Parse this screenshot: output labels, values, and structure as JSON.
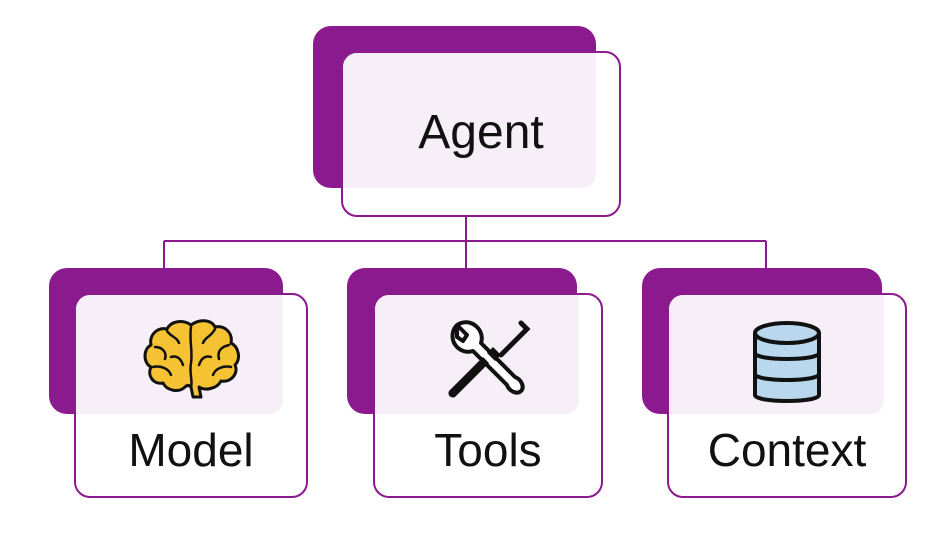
{
  "diagram": {
    "root": {
      "label": "Agent"
    },
    "children": [
      {
        "label": "Model",
        "icon": "brain-icon"
      },
      {
        "label": "Tools",
        "icon": "wrench-screwdriver-icon"
      },
      {
        "label": "Context",
        "icon": "database-icon"
      }
    ]
  },
  "colors": {
    "accent": "#8a1a8e",
    "card_tint": "#f7eff8",
    "brain_fill": "#f5c233",
    "database_fill": "#b9d8ee",
    "text": "#111111"
  }
}
